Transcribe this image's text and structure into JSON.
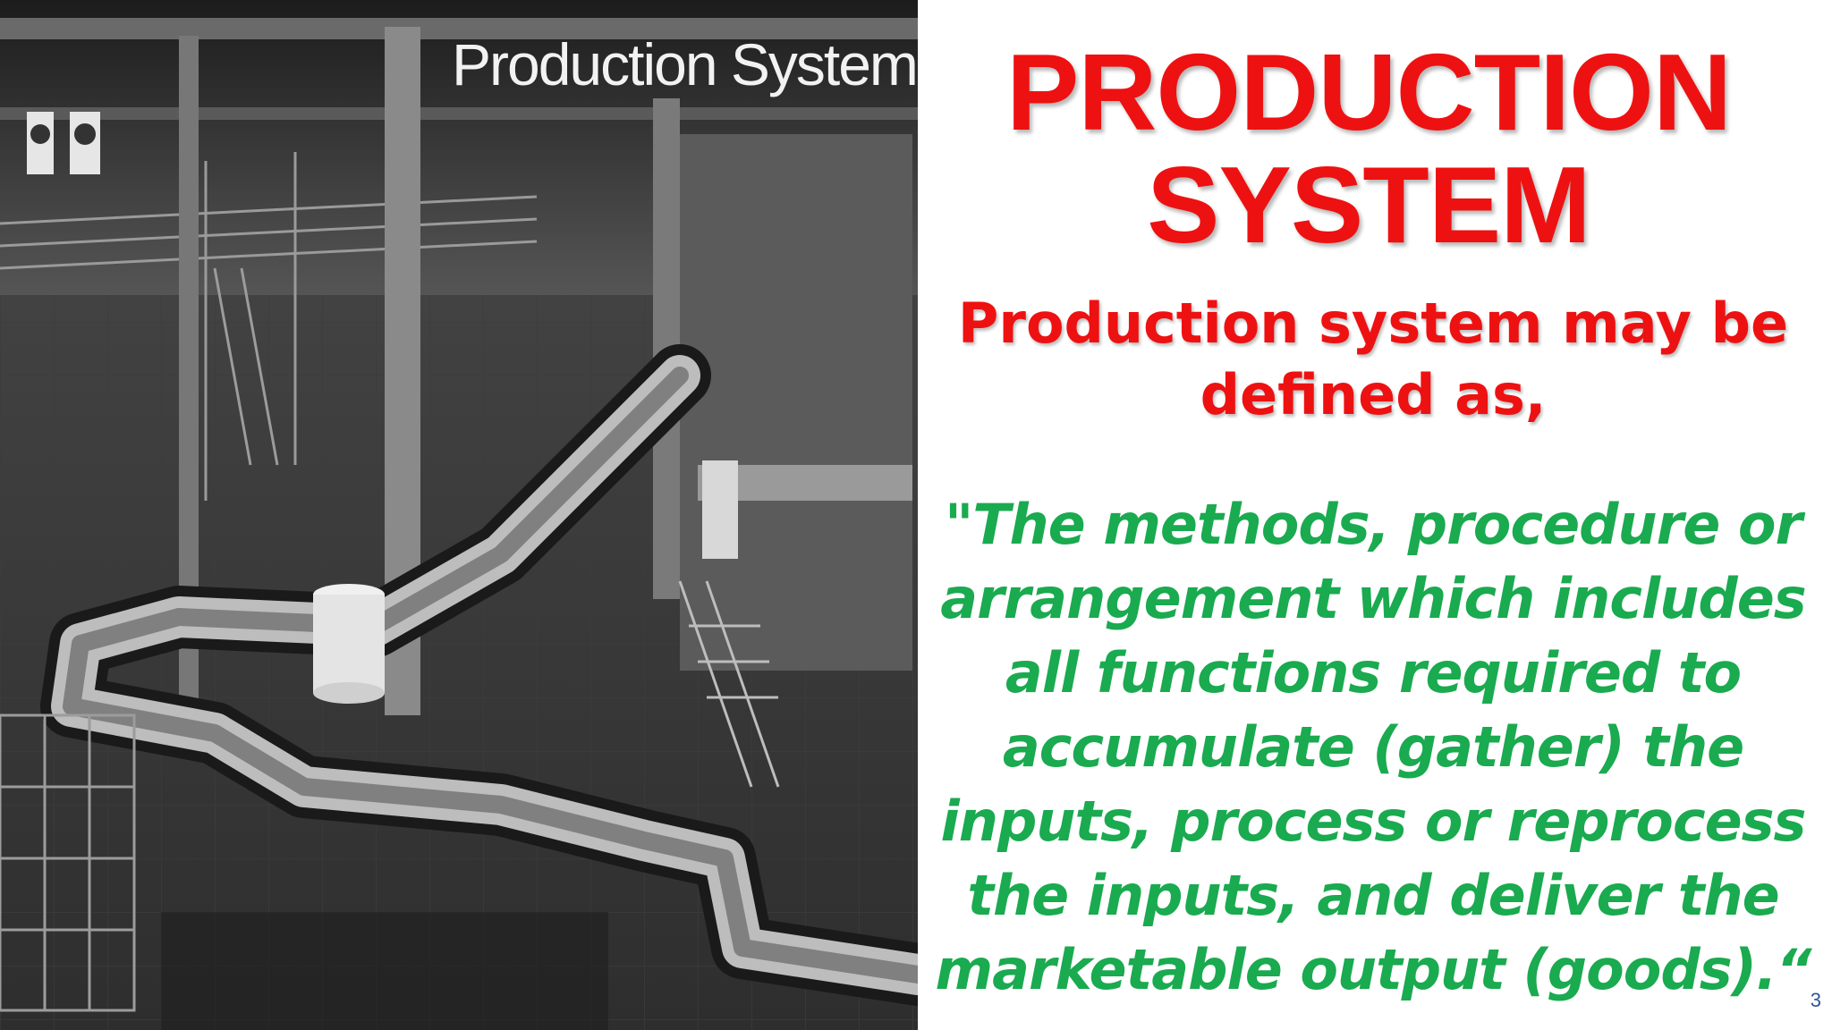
{
  "photo": {
    "caption": "Production System",
    "description_icon": "factory-conveyor-photo"
  },
  "title": "PRODUCTION SYSTEM",
  "subtitle": "Production system may be defined as,",
  "quote": "\"The methods, procedure or arrangement which includes all functions required to accumulate (gather) the inputs, process or reprocess the inputs, and deliver the marketable output (goods).“",
  "page_number": "3",
  "colors": {
    "title": "#ee1111",
    "subtitle": "#ee1111",
    "quote": "#1aaa4f",
    "page_number": "#2f5597"
  }
}
